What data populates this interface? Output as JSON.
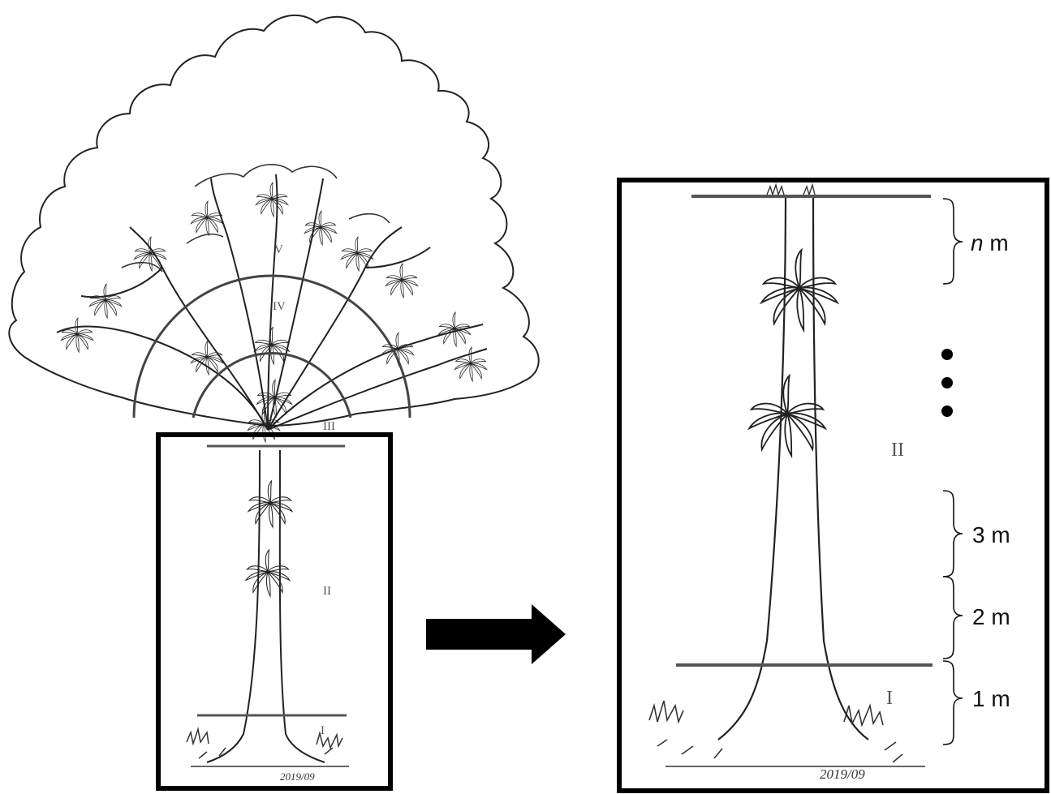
{
  "left_panel": {
    "zones": {
      "z1": "I",
      "z2": "II",
      "z3": "III",
      "z4": "IV",
      "z5": "V"
    },
    "signature": "2019/09"
  },
  "right_panel": {
    "zones": {
      "z1": "I",
      "z2": "II"
    },
    "measures": [
      {
        "number": "1",
        "unit": "m"
      },
      {
        "number": "2",
        "unit": "m"
      },
      {
        "number": "3",
        "unit": "m"
      },
      {
        "number": "n",
        "unit": "m"
      }
    ],
    "ellipsis_dots": 3
  },
  "colors": {
    "line": "#111111",
    "zone_line": "#555555",
    "arrow": "#000000"
  }
}
